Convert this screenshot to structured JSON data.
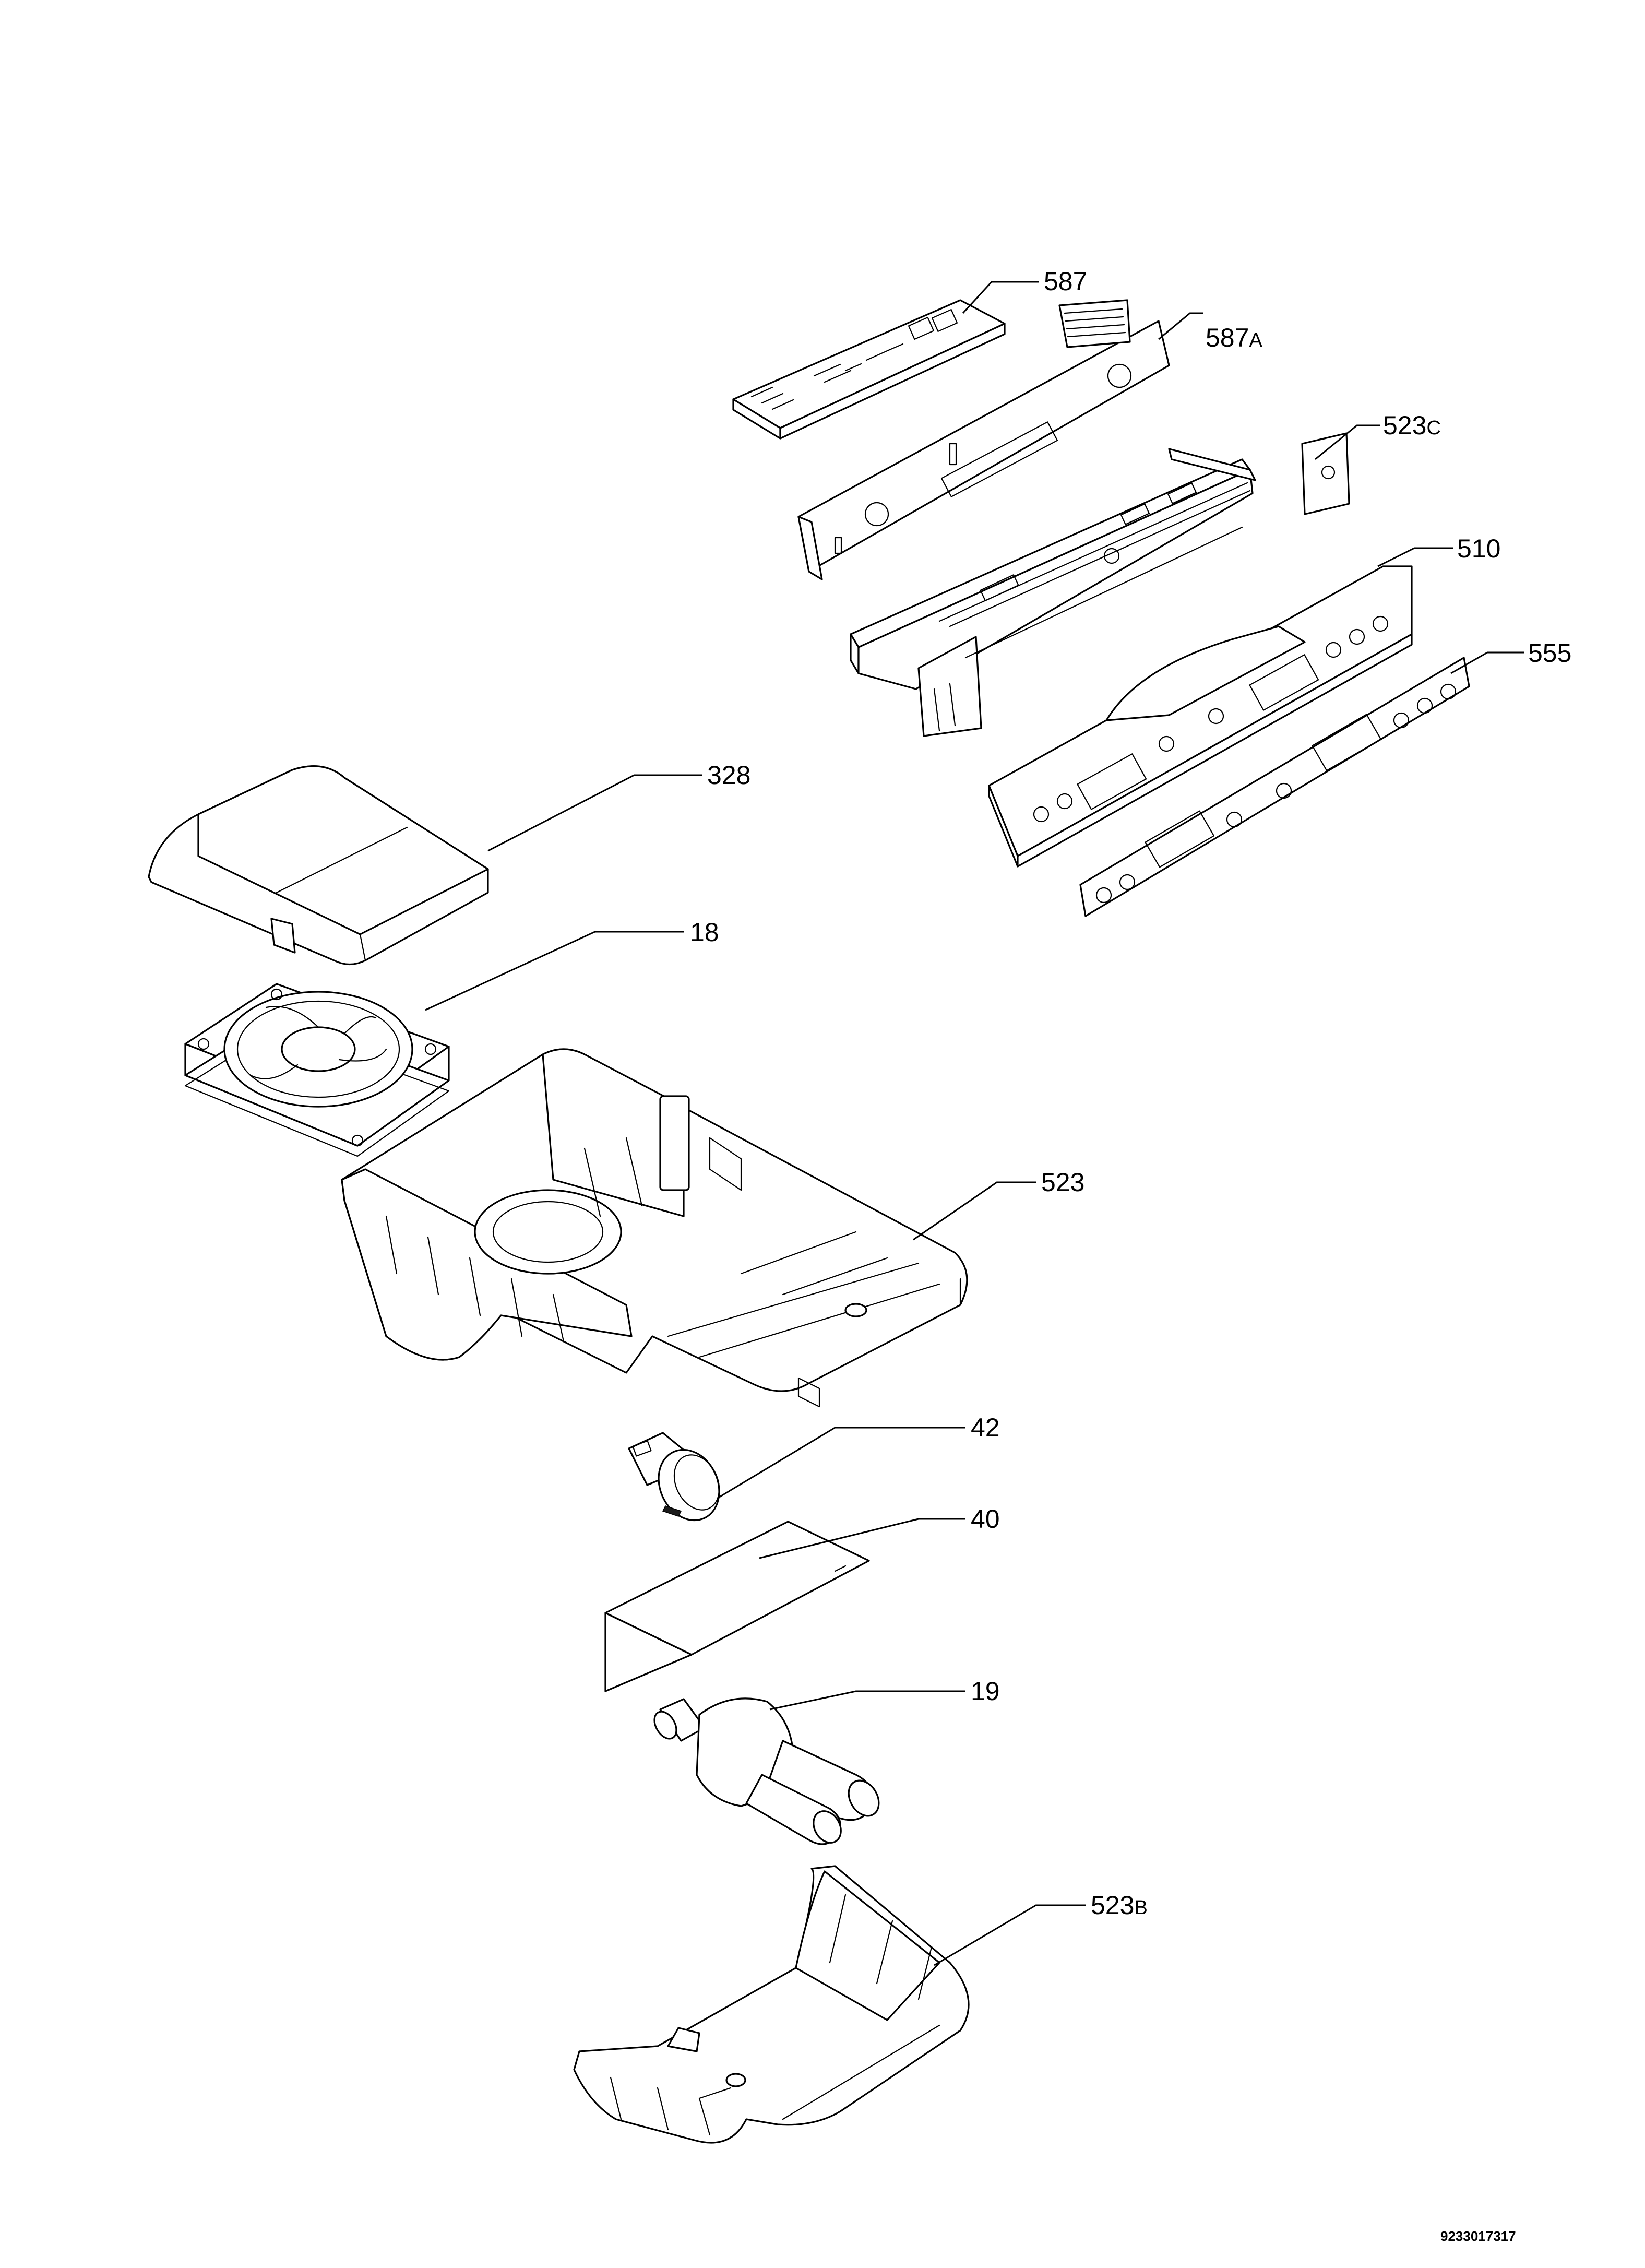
{
  "diagram": {
    "document_number": "9233017317",
    "callouts": [
      {
        "id": "587",
        "main": "587",
        "sub": ""
      },
      {
        "id": "587a",
        "main": "587",
        "sub": "A"
      },
      {
        "id": "523c",
        "main": "523",
        "sub": "C"
      },
      {
        "id": "510",
        "main": "510",
        "sub": ""
      },
      {
        "id": "555",
        "main": "555",
        "sub": ""
      },
      {
        "id": "328",
        "main": "328",
        "sub": ""
      },
      {
        "id": "18",
        "main": "18",
        "sub": ""
      },
      {
        "id": "523",
        "main": "523",
        "sub": ""
      },
      {
        "id": "42",
        "main": "42",
        "sub": ""
      },
      {
        "id": "40",
        "main": "40",
        "sub": ""
      },
      {
        "id": "19",
        "main": "19",
        "sub": ""
      },
      {
        "id": "523b",
        "main": "523",
        "sub": "B"
      }
    ]
  }
}
